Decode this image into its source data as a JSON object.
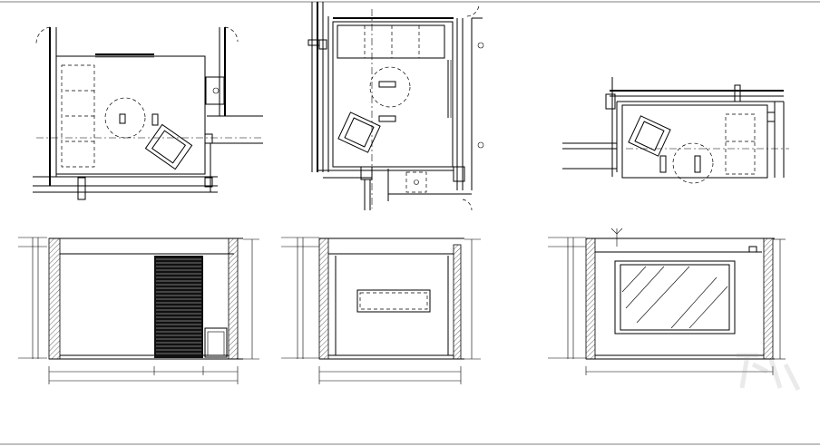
{
  "drawing": {
    "sheet_border_color": "#000000",
    "background": "#ffffff",
    "views": [
      {
        "name": "plan-left"
      },
      {
        "name": "plan-center"
      },
      {
        "name": "plan-right"
      },
      {
        "name": "elevation-left"
      },
      {
        "name": "elevation-center"
      },
      {
        "name": "elevation-right"
      }
    ]
  }
}
